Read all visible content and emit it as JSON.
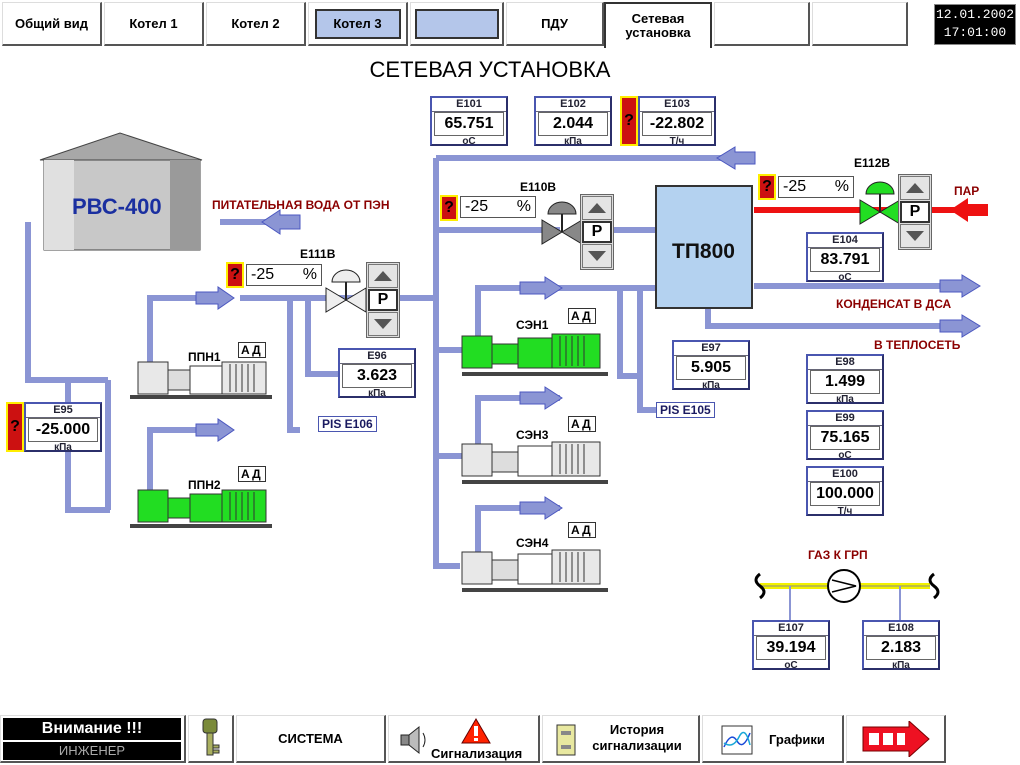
{
  "tabs": [
    "Общий вид",
    "Котел 1",
    "Котел 2",
    "Котел 3",
    "",
    "ПДУ",
    "Сетевая\nустановка",
    ""
  ],
  "datetime": {
    "date": "12.01.2002",
    "time": "17:01:00"
  },
  "title": "СЕТЕВАЯ УСТАНОВКА",
  "tank": {
    "label": "РВС-400"
  },
  "exchanger": {
    "label": "ТП800"
  },
  "labels": {
    "feedwater": "ПИТАТЕЛЬНАЯ ВОДА ОТ ПЭН",
    "steam": "ПАР",
    "condensate": "КОНДЕНСАТ В ДСА",
    "heatnet": "В ТЕПЛОСЕТЬ",
    "gas": "ГАЗ К ГРП"
  },
  "valves": {
    "e110b": {
      "name": "Е110В",
      "value": "-25",
      "unit": "%"
    },
    "e111b": {
      "name": "Е111В",
      "value": "-25",
      "unit": "%"
    },
    "e112b": {
      "name": "Е112В",
      "value": "-25",
      "unit": "%"
    }
  },
  "control": {
    "p_label": "P",
    "alarm_mark": "?"
  },
  "sensors": {
    "e101": {
      "name": "E101",
      "value": "65.751",
      "unit": "оС"
    },
    "e102": {
      "name": "E102",
      "value": "2.044",
      "unit": "кПа"
    },
    "e103": {
      "name": "E103",
      "value": "-22.802",
      "unit": "Т/ч"
    },
    "e104": {
      "name": "E104",
      "value": "83.791",
      "unit": "оС"
    },
    "e95": {
      "name": "E95",
      "value": "-25.000",
      "unit": "кПа"
    },
    "e96": {
      "name": "E96",
      "value": "3.623",
      "unit": "кПа"
    },
    "e97": {
      "name": "E97",
      "value": "5.905",
      "unit": "кПа"
    },
    "e98": {
      "name": "E98",
      "value": "1.499",
      "unit": "кПа"
    },
    "e99": {
      "name": "E99",
      "value": "75.165",
      "unit": "оС"
    },
    "e100": {
      "name": "E100",
      "value": "100.000",
      "unit": "Т/ч"
    },
    "e107": {
      "name": "E107",
      "value": "39.194",
      "unit": "оС"
    },
    "e108": {
      "name": "E108",
      "value": "2.183",
      "unit": "кПа"
    }
  },
  "pis": {
    "e106": "PIS E106",
    "e105": "PIS E105"
  },
  "pumps": {
    "ppn1": {
      "name": "ППН1",
      "mode": "АД"
    },
    "ppn2": {
      "name": "ППН2",
      "mode": "АД"
    },
    "sen1": {
      "name": "СЭН1",
      "mode": "АД"
    },
    "sen3": {
      "name": "СЭН3",
      "mode": "АД"
    },
    "sen4": {
      "name": "СЭН4",
      "mode": "АД"
    }
  },
  "bottom": {
    "attention": "Внимание !!!",
    "user": "ИНЖЕНЕР",
    "system": "СИСТЕМА",
    "alarms": "Сигнализация",
    "history": "История\nсигнализации",
    "graphs": "Графики"
  },
  "colors": {
    "pipe": "#8b95d4",
    "steam": "#ee1111",
    "gas": "#f2f200",
    "pump_active": "#22dd22",
    "exchanger": "#b4d2f0"
  }
}
